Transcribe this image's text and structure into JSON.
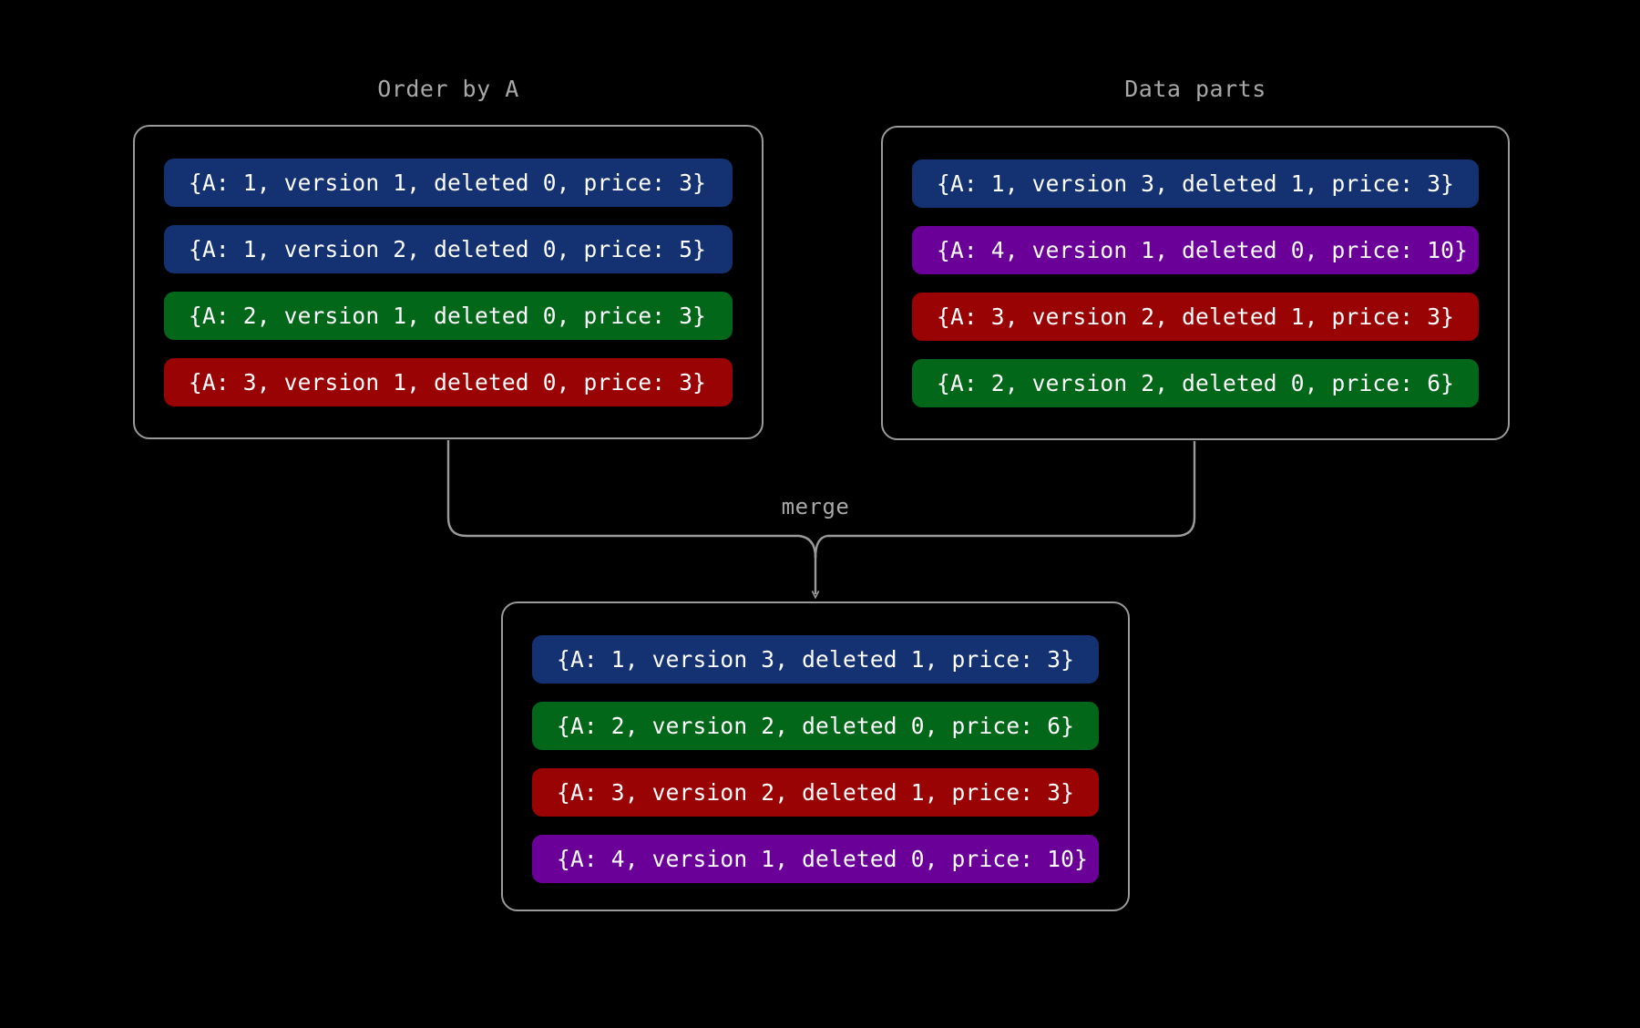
{
  "diagram": {
    "title_order_by_a": "Order by A",
    "title_data_parts": "Data parts",
    "merge_label": "merge",
    "background_color": "#000000",
    "panel_border_color": "#9a9a9a",
    "connector_color": "#9a9a9a",
    "label_color": "#a8a8a8",
    "row_text_color": "#ffffff",
    "colors": {
      "blue": "#143272",
      "green": "#03671a",
      "red": "#9a0303",
      "purple": "#6b0099"
    }
  },
  "order_by_a": {
    "rows": [
      {
        "text": "{A: 1, version 1, deleted 0, price: 3}",
        "color": "blue"
      },
      {
        "text": "{A: 1, version 2, deleted 0, price: 5}",
        "color": "blue"
      },
      {
        "text": "{A: 2, version 1, deleted 0, price: 3}",
        "color": "green"
      },
      {
        "text": "{A: 3, version 1, deleted 0, price: 3}",
        "color": "red"
      }
    ]
  },
  "data_parts": {
    "rows": [
      {
        "text": "{A: 1, version 3, deleted 1, price: 3}",
        "color": "blue"
      },
      {
        "text": "{A: 4, version 1, deleted 0, price: 10}",
        "color": "purple"
      },
      {
        "text": "{A: 3, version 2, deleted 1, price: 3}",
        "color": "red"
      },
      {
        "text": "{A: 2, version 2, deleted 0, price: 6}",
        "color": "green"
      }
    ]
  },
  "merged": {
    "rows": [
      {
        "text": "{A: 1, version 3, deleted 1, price: 3}",
        "color": "blue"
      },
      {
        "text": "{A: 2, version 2, deleted 0, price: 6}",
        "color": "green"
      },
      {
        "text": "{A: 3, version 2, deleted 1, price: 3}",
        "color": "red"
      },
      {
        "text": "{A: 4, version 1, deleted 0, price: 10}",
        "color": "purple"
      }
    ]
  }
}
